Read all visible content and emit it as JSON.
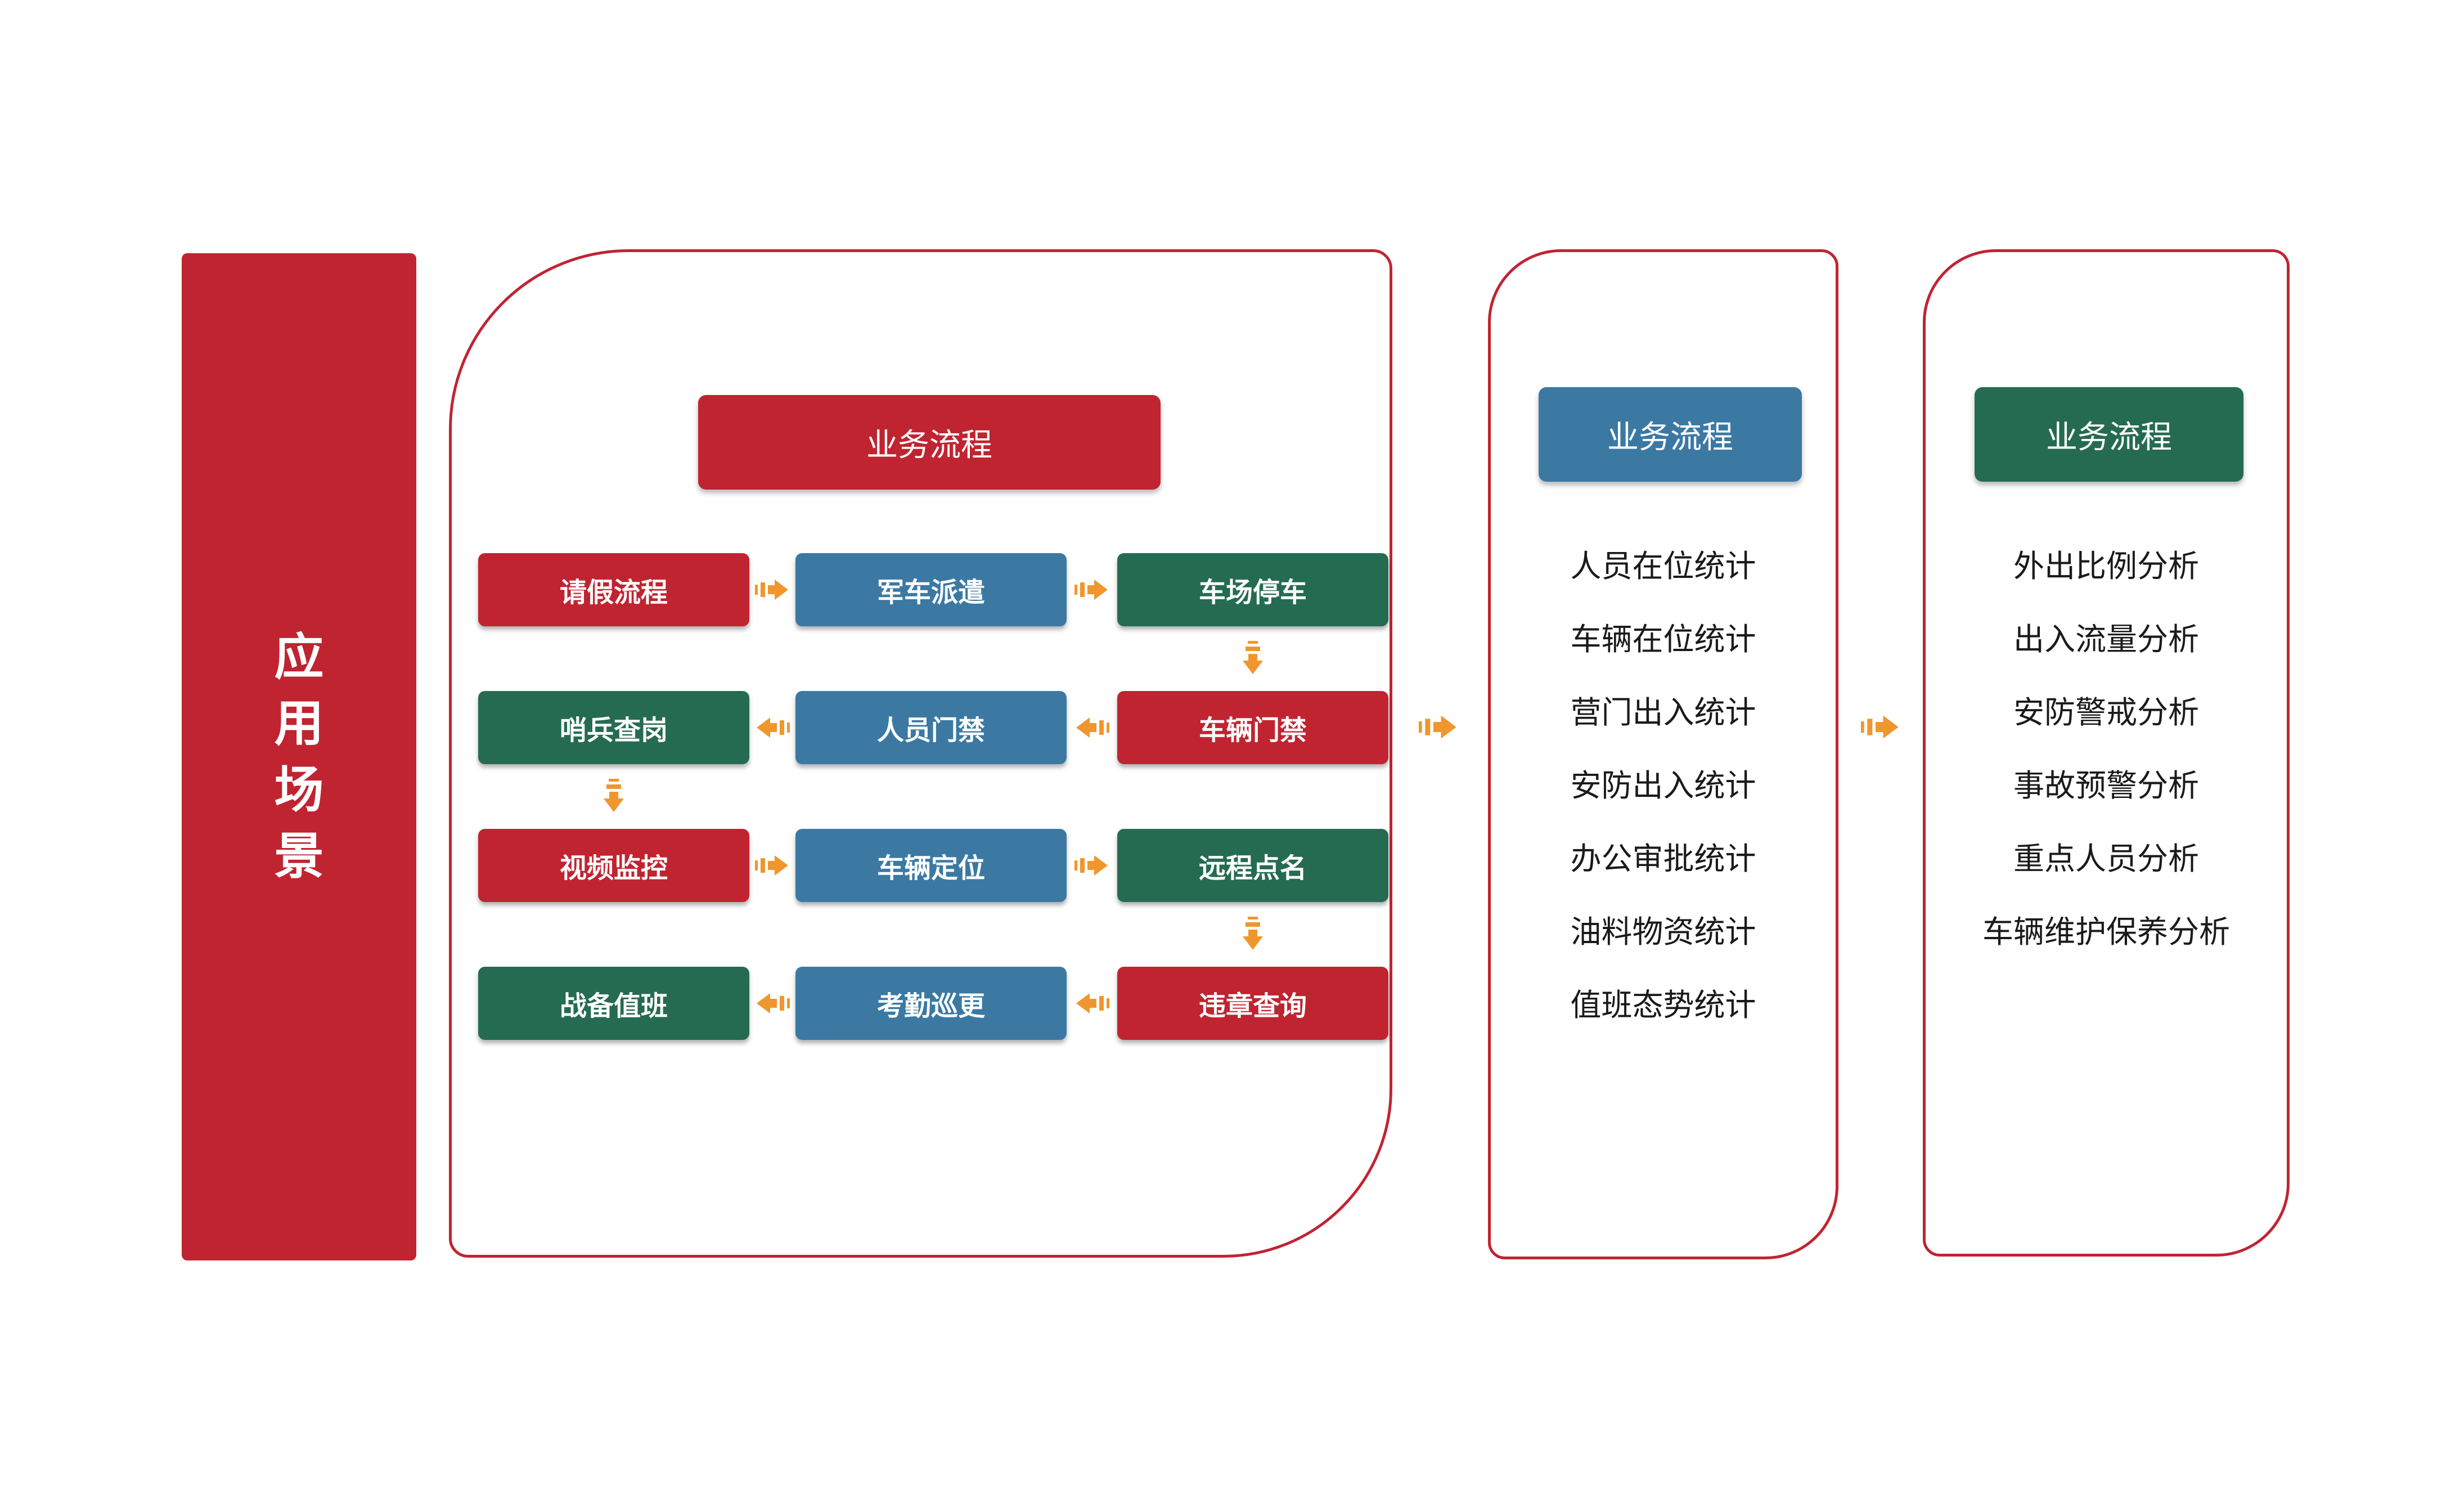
{
  "colors": {
    "red": "#C02431",
    "green": "#256B52",
    "blue": "#3B79A3",
    "orange": "#F0962E",
    "text": "#1A1A1A",
    "border": "#C02431"
  },
  "sidebar": {
    "title": "应用场景",
    "chars": [
      "应",
      "用",
      "场",
      "景"
    ]
  },
  "flow_panel": {
    "header": "业务流程",
    "rows": [
      {
        "cells": [
          {
            "label": "请假流程",
            "color": "red"
          },
          {
            "label": "军车派遣",
            "color": "blue"
          },
          {
            "label": "车场停车",
            "color": "green"
          }
        ]
      },
      {
        "cells": [
          {
            "label": "哨兵查岗",
            "color": "green"
          },
          {
            "label": "人员门禁",
            "color": "blue"
          },
          {
            "label": "车辆门禁",
            "color": "red"
          }
        ]
      },
      {
        "cells": [
          {
            "label": "视频监控",
            "color": "red"
          },
          {
            "label": "车辆定位",
            "color": "blue"
          },
          {
            "label": "远程点名",
            "color": "green"
          }
        ]
      },
      {
        "cells": [
          {
            "label": "战备值班",
            "color": "green"
          },
          {
            "label": "考勤巡更",
            "color": "blue"
          },
          {
            "label": "违章查询",
            "color": "red"
          }
        ]
      }
    ]
  },
  "stats_panel": {
    "header": "业务流程",
    "items": [
      "人员在位统计",
      "车辆在位统计",
      "营门出入统计",
      "安防出入统计",
      "办公审批统计",
      "油料物资统计",
      "值班态势统计"
    ]
  },
  "analysis_panel": {
    "header": "业务流程",
    "items": [
      "外出比例分析",
      "出入流量分析",
      "安防警戒分析",
      "事故预警分析",
      "重点人员分析",
      "车辆维护保养分析"
    ]
  }
}
